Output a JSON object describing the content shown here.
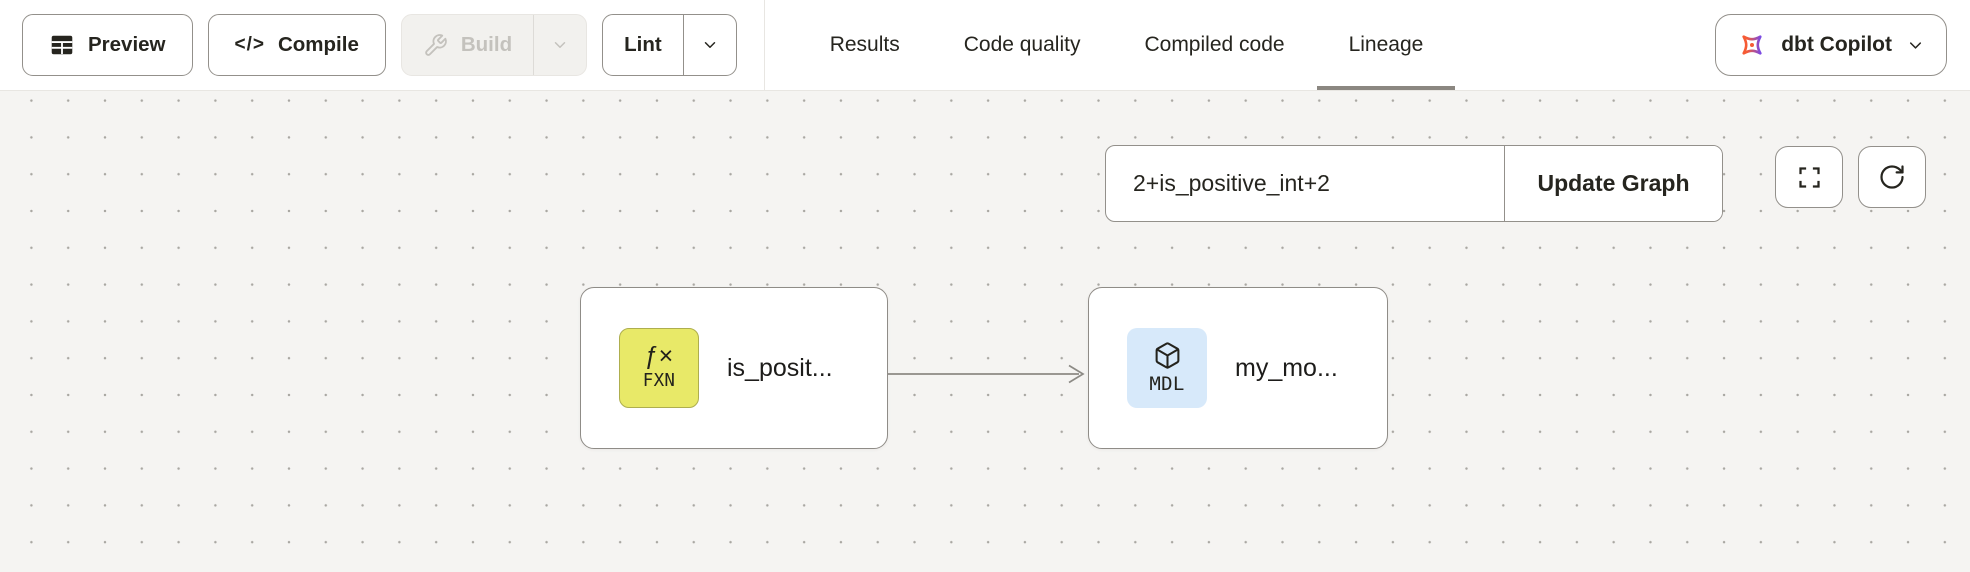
{
  "toolbar": {
    "preview": "Preview",
    "compile": "Compile",
    "compile_icon": "</>",
    "build": "Build",
    "lint": "Lint",
    "icons": {
      "preview": "table-icon",
      "compile": "code-brackets-icon",
      "build": "wrench-icon",
      "dropdowns": "chevron-down-icon"
    }
  },
  "tabs": [
    {
      "label": "Results",
      "active": false
    },
    {
      "label": "Code quality",
      "active": false
    },
    {
      "label": "Compiled code",
      "active": false
    },
    {
      "label": "Lineage",
      "active": true
    }
  ],
  "copilot": {
    "label": "dbt Copilot",
    "icon": "dbt-copilot-spark-icon"
  },
  "lineage": {
    "selector_value": "2+is_positive_int+2",
    "update_button": "Update Graph",
    "tools": {
      "fullscreen": "fullscreen-icon",
      "refresh": "refresh-icon"
    },
    "nodes": [
      {
        "badge_symbol": "ƒ×",
        "badge_code": "FXN",
        "label": "is_posit...",
        "badge_bg": "#e8e968",
        "badge_border": "#aeae4e"
      },
      {
        "badge_icon": "cube-icon",
        "badge_code": "MDL",
        "label": "my_mo...",
        "badge_bg": "#d7e9fa",
        "badge_border": "transparent"
      }
    ],
    "edge_count": 1
  },
  "colors": {
    "copilot_orange": "#f65b34",
    "copilot_purple": "#7b4ae2",
    "tab_underline": "#8b8781",
    "canvas_bg": "#f5f4f2",
    "edge": "#8c8a85",
    "border": "#93908b",
    "text": "#26251f"
  }
}
